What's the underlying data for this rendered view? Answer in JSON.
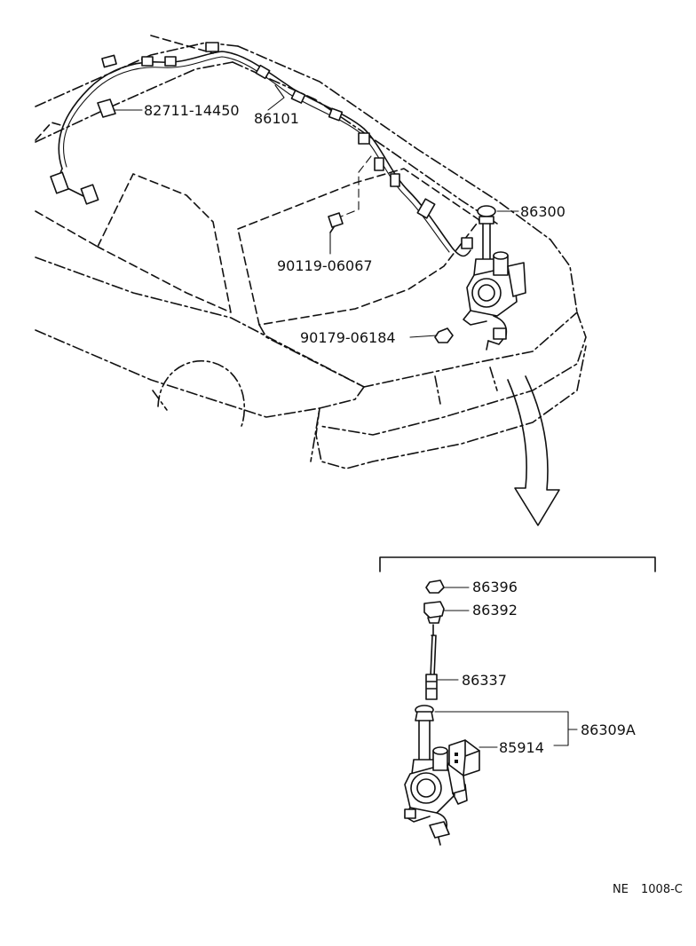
{
  "diagram": {
    "callouts": [
      {
        "id": "c1",
        "label": "82711-14450"
      },
      {
        "id": "c2",
        "label": "86101"
      },
      {
        "id": "c3",
        "label": "86300"
      },
      {
        "id": "c4",
        "label": "90119-06067"
      },
      {
        "id": "c5",
        "label": "90179-06184"
      },
      {
        "id": "c6",
        "label": "86396"
      },
      {
        "id": "c7",
        "label": "86392"
      },
      {
        "id": "c8",
        "label": "86337"
      },
      {
        "id": "c9",
        "label": "86309A"
      },
      {
        "id": "c10",
        "label": "85914"
      }
    ],
    "ref_code": {
      "prefix": "NE",
      "number": "1008-C"
    }
  }
}
